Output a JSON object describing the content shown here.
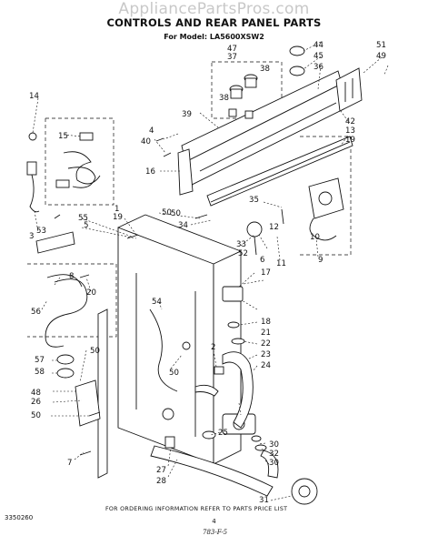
{
  "watermark": "AppliancePartsPros.com",
  "header": {
    "title": "CONTROLS AND REAR PANEL PARTS",
    "model_line": "For Model: LA5600XSW2"
  },
  "callouts": [
    "1",
    "2",
    "3",
    "4",
    "5",
    "6",
    "7",
    "8",
    "9",
    "10",
    "11",
    "12",
    "13",
    "14",
    "15",
    "16",
    "17",
    "18",
    "19",
    "19",
    "20",
    "21",
    "22",
    "23",
    "24",
    "25",
    "26",
    "27",
    "28",
    "30",
    "30",
    "31",
    "32",
    "33",
    "34",
    "35",
    "36",
    "37",
    "38",
    "38",
    "39",
    "40",
    "42",
    "44",
    "45",
    "47",
    "48",
    "49",
    "50",
    "50",
    "50",
    "50",
    "50",
    "51",
    "52",
    "53",
    "54",
    "55",
    "56",
    "57",
    "58"
  ],
  "footer": {
    "ordering_note": "FOR ORDERING INFORMATION REFER TO PARTS PRICE LIST",
    "doc_number": "3350260",
    "page_number": "4",
    "handwritten_note": "783-F-5"
  }
}
